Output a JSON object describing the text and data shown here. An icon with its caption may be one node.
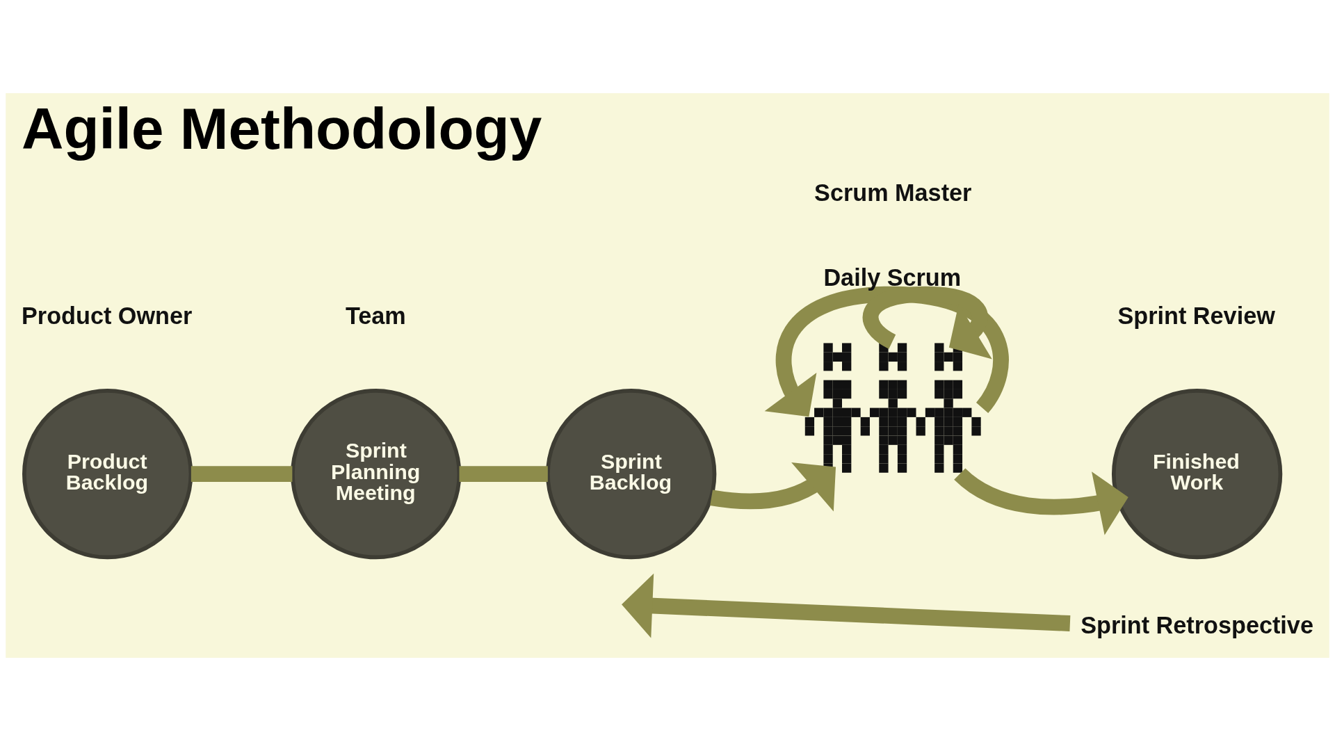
{
  "diagram": {
    "title": "Agile Methodology",
    "nodes": [
      {
        "text": [
          "Product Backlog"
        ]
      },
      {
        "text": [
          "Sprint Planning Meeting"
        ]
      },
      {
        "text": [
          "Sprint Backlog"
        ]
      },
      {
        "text": [],
        "shape": "picture"
      },
      {
        "text": [
          "Finished Work"
        ]
      },
      {
        "text": [
          "Sprint Retrospective"
        ]
      }
    ],
    "edges": [
      {
        "from": 0,
        "to": 1,
        "arrow": "none"
      },
      {
        "from": 1,
        "to": 2,
        "arrow": "none"
      },
      {
        "from": 2,
        "to": 3,
        "arrow": "to"
      },
      {
        "from": 3,
        "to": 3,
        "arrow": "to"
      },
      {
        "from": 3,
        "to": 3,
        "arrow": "to",
        "label": "Daily Scrum"
      },
      {
        "from": 3,
        "to": 4,
        "arrow": "to"
      },
      {
        "from": 5,
        "to": null,
        "arrow": "to"
      }
    ],
    "labels": [
      "Scrum Master",
      "Product Owner",
      "Team",
      "Sprint Review"
    ]
  }
}
